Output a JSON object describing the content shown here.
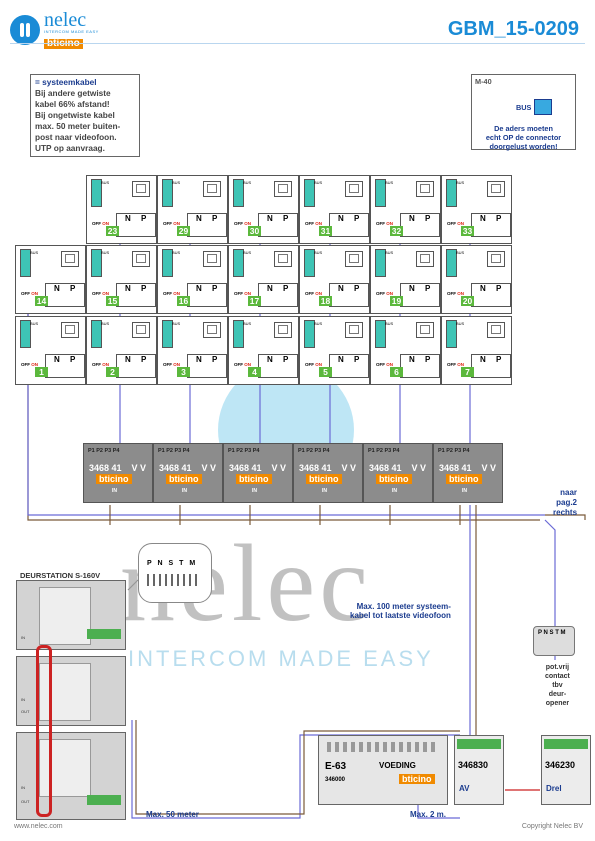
{
  "header": {
    "brand_name": "nelec",
    "brand_tagline": "INTERCOM MADE EASY",
    "brand_partner": "bticino",
    "doc_code": "GBM_15-0209"
  },
  "note": {
    "legend": "= systeemkabel",
    "lines": [
      "Bij andere getwiste",
      "kabel 66% afstand!",
      "Bij ongetwiste kabel",
      "max. 50 meter buiten-",
      "post naar videofoon.",
      "UTP op aanvraag."
    ]
  },
  "m40": {
    "label": "M-40",
    "bus": "BUS",
    "warning": [
      "De aders moeten",
      "echt OP de connector",
      "doorgelust worden!"
    ]
  },
  "videophone": {
    "term_label": "BUS",
    "n": "N",
    "p": "P",
    "off": "OFF",
    "on": "ON"
  },
  "phones": [
    {
      "n": "23"
    },
    {
      "n": "29"
    },
    {
      "n": "30"
    },
    {
      "n": "31"
    },
    {
      "n": "32"
    },
    {
      "n": "33"
    },
    {
      "n": "14"
    },
    {
      "n": "15"
    },
    {
      "n": "16"
    },
    {
      "n": "17"
    },
    {
      "n": "18"
    },
    {
      "n": "19"
    },
    {
      "n": "20"
    },
    {
      "n": "1"
    },
    {
      "n": "2"
    },
    {
      "n": "3"
    },
    {
      "n": "4"
    },
    {
      "n": "5"
    },
    {
      "n": "6"
    },
    {
      "n": "7"
    }
  ],
  "distributor": {
    "ports": "P1 P2 P3 P4",
    "code": "3468 41",
    "vv": "V V",
    "logo": "bticino",
    "in": "IN"
  },
  "labels": {
    "naar": [
      "naar",
      "pag.2",
      "rechts"
    ],
    "max100": [
      "Max. 100 meter systeem-",
      "kabel tot laatste videofoon"
    ],
    "max50": "Max. 50 meter",
    "max2": "Max. 2 m.",
    "potvrij": [
      "pot.vrij",
      "contact",
      "tbv",
      "deur-",
      "opener"
    ],
    "website": "www.nelec.com",
    "copyright": "Copyright Nelec BV"
  },
  "door": {
    "title": "DEURSTATION S-160V",
    "inset": "P N S T M",
    "in": "IN",
    "out": "OUT"
  },
  "modules": {
    "psu_model": "E-63",
    "psu_name": "VOEDING",
    "psu_code": "346000",
    "psu_logo": "bticino",
    "av_code": "346830",
    "av_sub": "AV",
    "drel_code": "346230",
    "drel_sub": "Drel"
  },
  "watermark": {
    "big": "nelec",
    "sub": "INTERCOM MADE EASY"
  },
  "colors": {
    "brand_blue": "#1a8bd6",
    "brand_orange": "#f08a00",
    "terminal_teal": "#3ec4b5",
    "number_green": "#5bb83c"
  }
}
